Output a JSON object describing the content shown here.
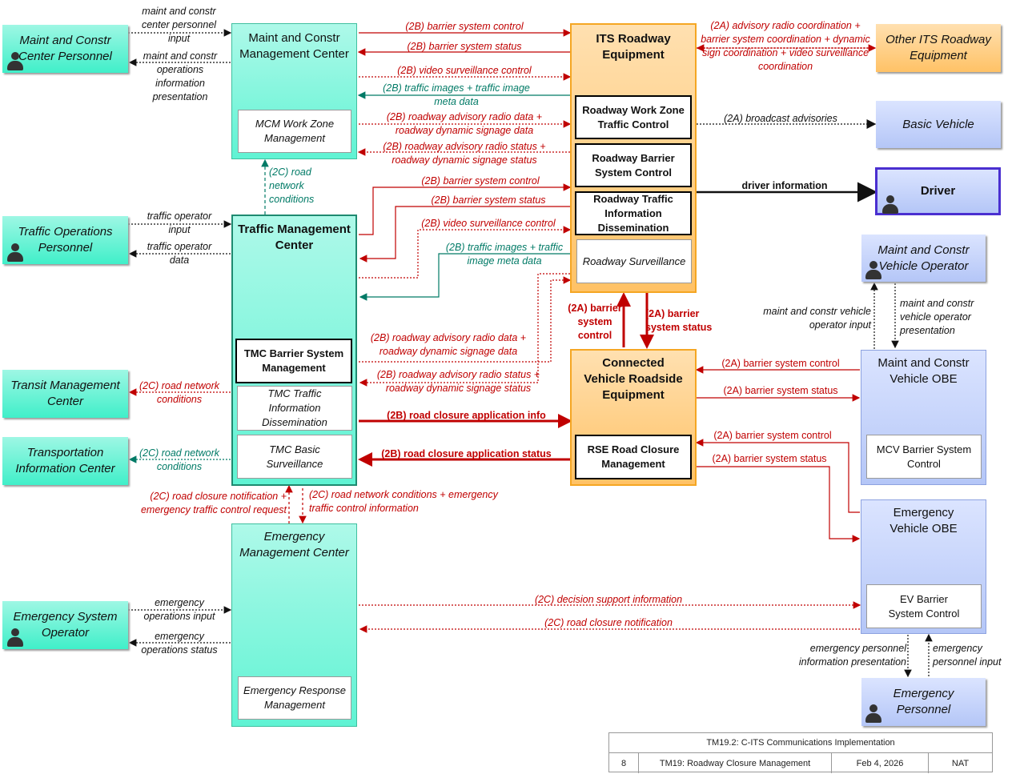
{
  "entities": {
    "maint_personnel": "Maint and Constr Center Personnel",
    "traffic_ops_personnel": "Traffic Operations Personnel",
    "transit_mgmt": "Transit Management Center",
    "transport_info": "Transportation Information Center",
    "emergency_operator": "Emergency System Operator",
    "mcm": "Maint and Constr Management Center",
    "mcm_workzone": "MCM Work Zone Management",
    "tmc": "Traffic Management Center",
    "tmc_barrier": "TMC Barrier System Management",
    "tmc_info": "TMC Traffic Information Dissemination",
    "tmc_surv": "TMC Basic Surveillance",
    "emc": "Emergency Management Center",
    "emc_response": "Emergency Response Management",
    "its_roadway": "ITS Roadway Equipment",
    "rw_workzone": "Roadway Work Zone Traffic Control",
    "rw_barrier": "Roadway Barrier System Control",
    "rw_info": "Roadway Traffic Information Dissemination",
    "rw_surv": "Roadway Surveillance",
    "cv_rse": "Connected Vehicle Roadside Equipment",
    "rse_closure": "RSE Road Closure Management",
    "other_its": "Other ITS Roadway Equipment",
    "basic_vehicle": "Basic Vehicle",
    "driver": "Driver",
    "mcv_operator": "Maint and Constr Vehicle Operator",
    "mcv_obe": "Maint and Constr Vehicle OBE",
    "mcv_barrier": "MCV Barrier System Control",
    "ev_obe": "Emergency Vehicle OBE",
    "ev_barrier": "EV Barrier System Control",
    "emergency_personnel": "Emergency Personnel"
  },
  "flows": {
    "mcp_input": "maint and constr center personnel input",
    "mcp_presentation": "maint and constr operations information presentation",
    "top_ctrl": "(2B) barrier system control",
    "top_status": "(2B) barrier system status",
    "top_video": "(2B) video surveillance control",
    "top_images": "(2B) traffic images + traffic image meta data",
    "top_radio_data": "(2B) roadway advisory radio data + roadway dynamic signage data",
    "top_radio_status": "(2B) roadway advisory radio status + roadway dynamic signage status",
    "road_net_mcm": "(2C) road network conditions",
    "to_input": "traffic operator input",
    "to_data": "traffic operator data",
    "mid_ctrl": "(2B) barrier system control",
    "mid_status": "(2B) barrier system status",
    "mid_video": "(2B) video surveillance control",
    "mid_images": "(2B) traffic images + traffic image meta data",
    "mid_radio_data": "(2B) roadway advisory radio data + roadway dynamic signage data",
    "mid_radio_status": "(2B) roadway advisory radio status + roadway dynamic signage status",
    "road_net_transit": "(2C) road network conditions",
    "road_net_tic": "(2C) road network conditions",
    "closure_info": "(2B) road closure application info",
    "closure_status": "(2B) road closure application status",
    "emc_notif": "(2C) road closure notification + emergency traffic control request",
    "emc_conditions": "(2C) road network conditions + emergency traffic control information",
    "eso_input": "emergency operations input",
    "eso_status": "emergency operations status",
    "decision_support": "(2C) decision support information",
    "closure_notif": "(2C) road closure notification",
    "advisory_coord": "(2A) advisory radio coordination + barrier system coordination + dynamic sign coordination + video surveillance coordination",
    "broadcast": "(2A) broadcast advisories",
    "driver_info": "driver information",
    "cv_ctrl_up": "(2A) barrier system control",
    "cv_status_down": "(2A) barrier system status",
    "mcv_ctrl": "(2A) barrier system control",
    "mcv_status": "(2A) barrier system status",
    "ev_ctrl": "(2A) barrier system control",
    "ev_status": "(2A) barrier system status",
    "mcvo_input": "maint and constr vehicle operator input",
    "mcvo_presentation": "maint and constr vehicle operator presentation",
    "ep_presentation": "emergency personnel information presentation",
    "ep_input": "emergency personnel input"
  },
  "footer": {
    "course": "TM19.2: C-ITS Communications Implementation",
    "page": "8",
    "module": "TM19: Roadway Closure Management",
    "date": "Feb 4, 2026",
    "org": "NAT"
  },
  "colors": {
    "red": "#c00000",
    "teal": "#007a66",
    "orange": "#f5a623",
    "blue": "#8da2e0",
    "green": "#3fbf9f"
  }
}
